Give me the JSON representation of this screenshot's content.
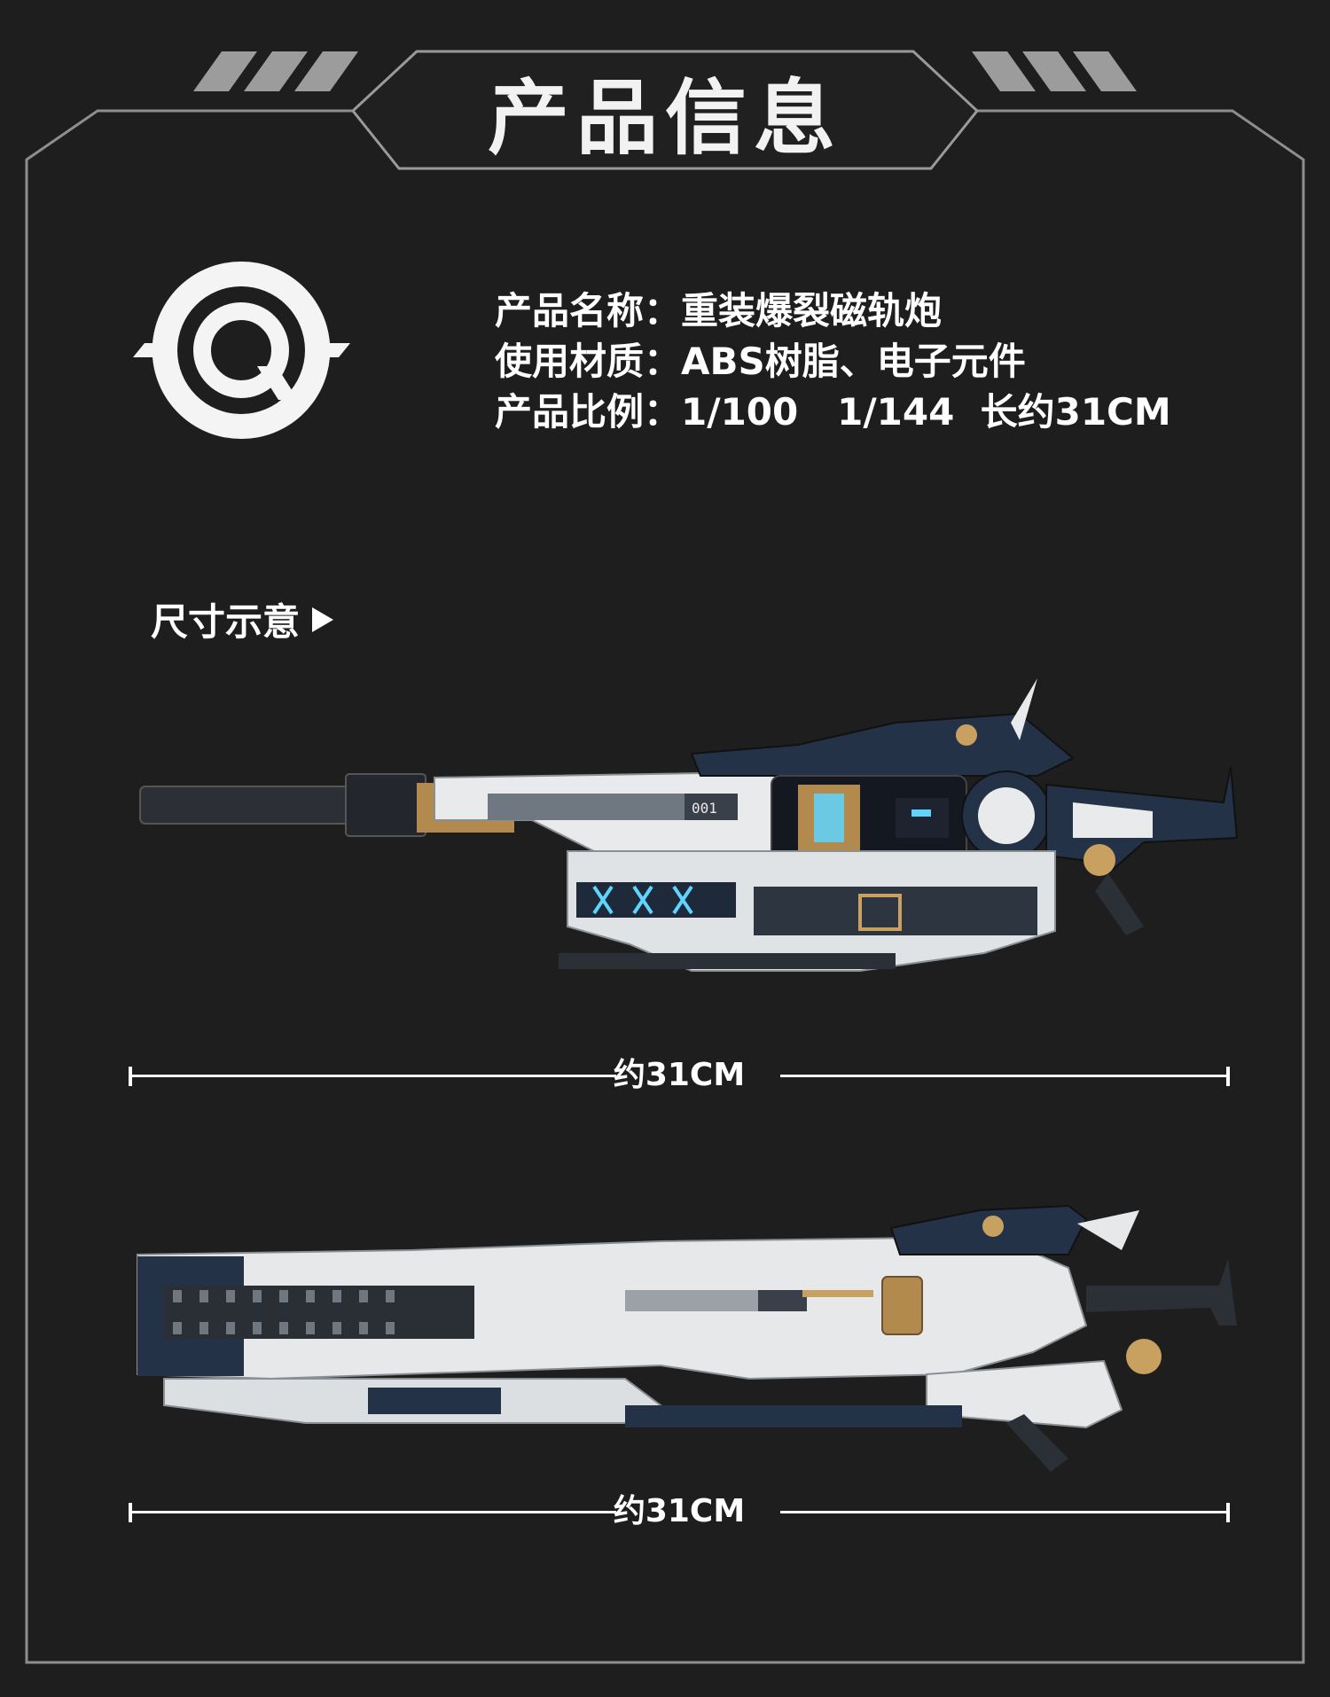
{
  "title": "产品信息",
  "info": {
    "name_label": "产品名称：",
    "name_value": "重装爆裂磁轨炮",
    "material_label": "使用材质：",
    "material_value": "ABS树脂、电子元件",
    "scale_label": "产品比例：",
    "scale_value": "1/100   1/144  长约31CM"
  },
  "section_label": "尺寸示意",
  "dimensions": {
    "top": "约31CM",
    "bottom": "约31CM"
  },
  "gun_label_text": "001",
  "colors": {
    "background": "#1e1e1e",
    "frame": "#9a9a9a",
    "navy": "#233247",
    "white_armor": "#e6e8ea",
    "gold": "#c8a060",
    "glow": "#5fd4ff"
  },
  "icons": [
    "scope-logo-icon",
    "play-triangle-icon"
  ]
}
